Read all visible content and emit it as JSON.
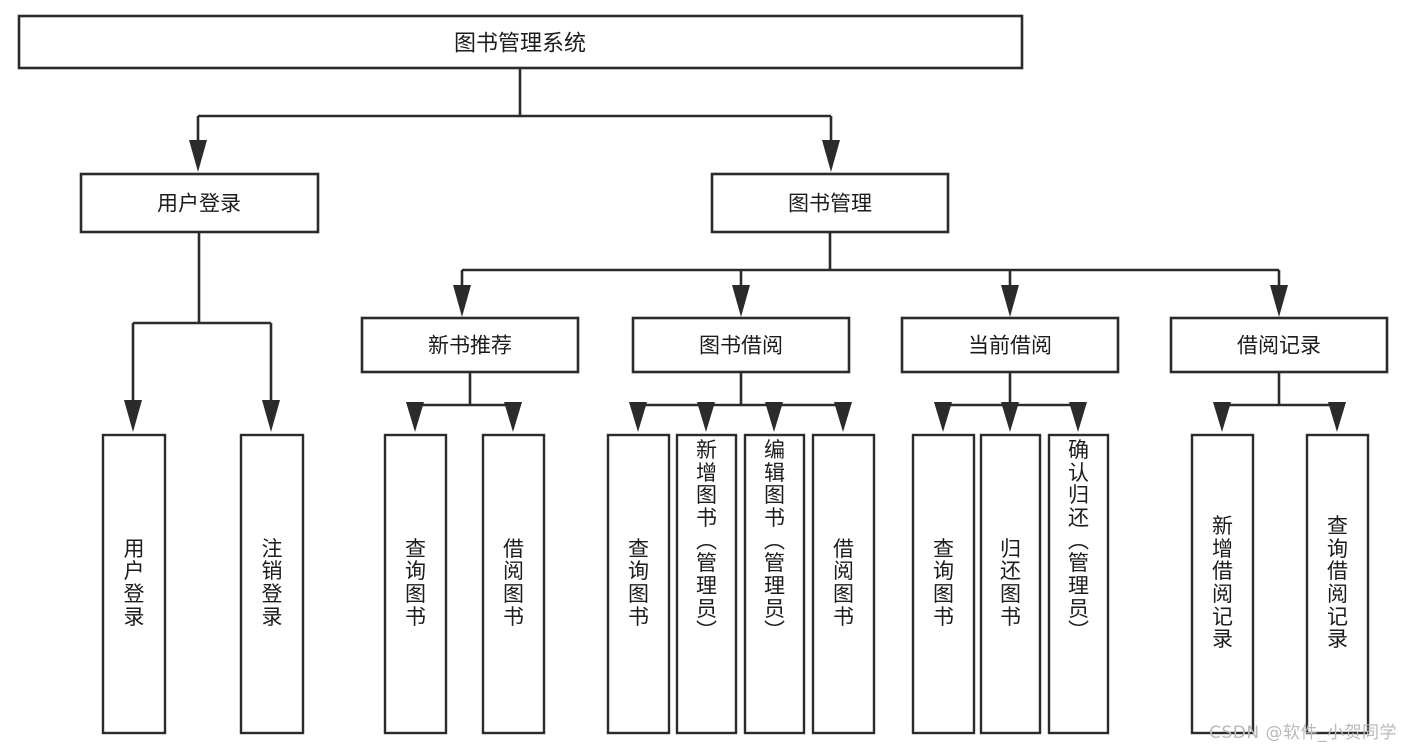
{
  "diagram": {
    "title": "图书管理系统",
    "type": "hierarchy-tree",
    "watermark": "CSDN @软件_小贺同学",
    "colors": {
      "stroke": "#2b2b2b",
      "box_fill": "#ffffff",
      "text": "#1c1c1c",
      "background": "#ffffff",
      "watermark": "#b9b9b9"
    },
    "root": {
      "label": "图书管理系统",
      "id": "root"
    },
    "level2": [
      {
        "id": "user-login",
        "label": "用户登录"
      },
      {
        "id": "book-management",
        "label": "图书管理"
      }
    ],
    "level3": [
      {
        "id": "new-book-recommend",
        "label": "新书推荐",
        "parent": "book-management"
      },
      {
        "id": "book-borrow",
        "label": "图书借阅",
        "parent": "book-management"
      },
      {
        "id": "current-borrow",
        "label": "当前借阅",
        "parent": "book-management"
      },
      {
        "id": "borrow-record",
        "label": "借阅记录",
        "parent": "book-management"
      }
    ],
    "leaves": {
      "user-login": [
        {
          "id": "leaf-user-login",
          "label": "用户登录"
        },
        {
          "id": "leaf-logout",
          "label": "注销登录"
        }
      ],
      "new-book-recommend": [
        {
          "id": "leaf-query-book-1",
          "label": "查询图书"
        },
        {
          "id": "leaf-borrow-book-1",
          "label": "借阅图书"
        }
      ],
      "book-borrow": [
        {
          "id": "leaf-query-book-2",
          "label": "查询图书"
        },
        {
          "id": "leaf-add-book",
          "label": "新增图书（管理员）"
        },
        {
          "id": "leaf-edit-book",
          "label": "编辑图书（管理员）"
        },
        {
          "id": "leaf-borrow-book-2",
          "label": "借阅图书"
        }
      ],
      "current-borrow": [
        {
          "id": "leaf-query-book-3",
          "label": "查询图书"
        },
        {
          "id": "leaf-return-book",
          "label": "归还图书"
        },
        {
          "id": "leaf-confirm-return",
          "label": "确认归还（管理员）"
        }
      ],
      "borrow-record": [
        {
          "id": "leaf-add-record",
          "label": "新增借阅记录"
        },
        {
          "id": "leaf-query-record",
          "label": "查询借阅记录"
        }
      ]
    }
  }
}
